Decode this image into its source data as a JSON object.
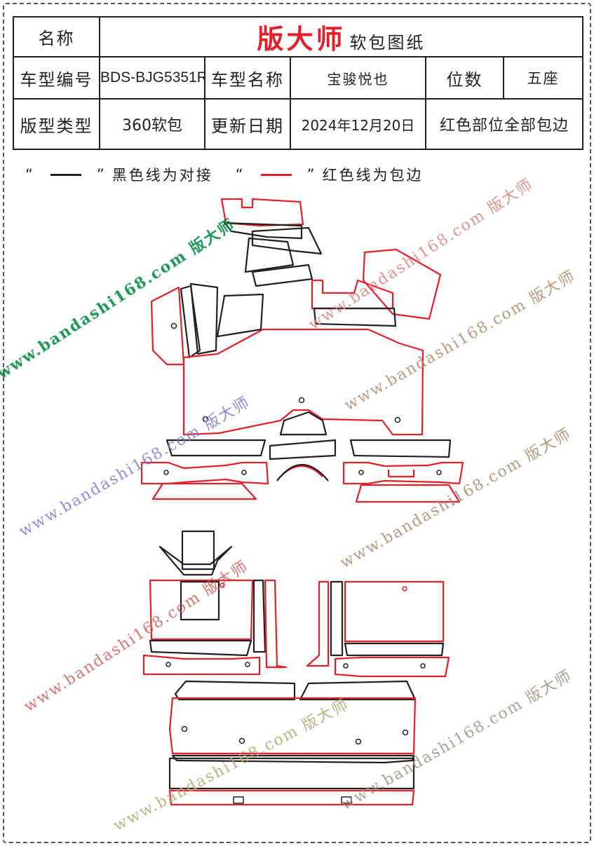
{
  "header": {
    "name_label": "名称",
    "brand": "版大师",
    "doc_title": "软包图纸",
    "model_code_label": "车型编号",
    "model_code": "BDS-BJG5351R",
    "model_name_label": "车型名称",
    "model_name": "宝骏悦也",
    "seats_label": "位数",
    "seats": "五座",
    "pattern_type_label": "版型类型",
    "pattern_type": "360软包",
    "update_date_label": "更新日期",
    "update_date": "2024年12月20日",
    "note": "红色部位全部包边"
  },
  "legend": {
    "black_open": "“",
    "black_close": "”",
    "black_text": "黑色线为对接",
    "red_open": "“",
    "red_close": "”",
    "red_text": "红色线为包边"
  },
  "colors": {
    "brand": "#e3202a",
    "black_line": "#231f20",
    "red_line": "#e3202a"
  },
  "watermark": {
    "text": "www.bandashi168.com 版大师"
  }
}
